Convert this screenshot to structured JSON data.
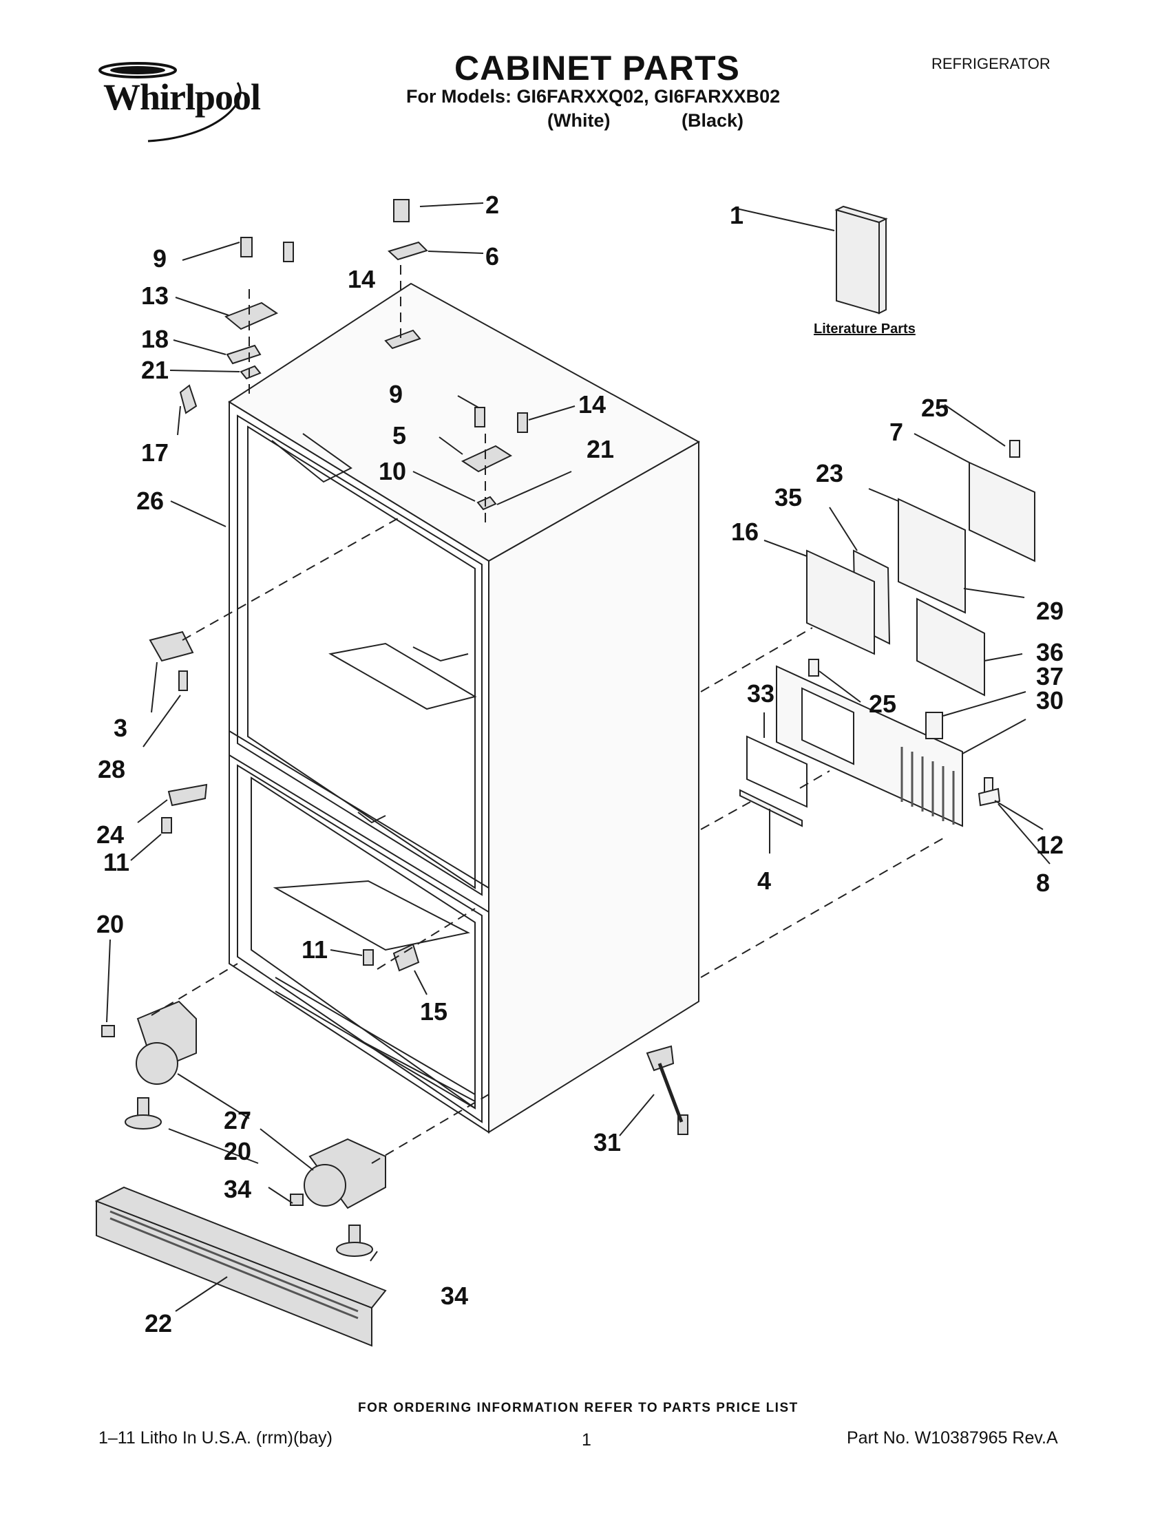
{
  "header": {
    "brand": "Whirlpool",
    "title": "CABINET PARTS",
    "models_line": "For Models: GI6FARXXQ02, GI6FARXXB02",
    "color_white": "(White)",
    "color_black": "(Black)",
    "category": "REFRIGERATOR"
  },
  "literature_label": "Literature Parts",
  "callouts": [
    "1",
    "2",
    "3",
    "4",
    "5",
    "6",
    "7",
    "8",
    "9",
    "9",
    "10",
    "11",
    "11",
    "12",
    "13",
    "14",
    "14",
    "15",
    "16",
    "17",
    "18",
    "20",
    "20",
    "21",
    "21",
    "22",
    "23",
    "24",
    "25",
    "25",
    "26",
    "27",
    "28",
    "29",
    "30",
    "31",
    "33",
    "34",
    "34",
    "35",
    "36",
    "37"
  ],
  "footer": {
    "ordering": "FOR ORDERING INFORMATION REFER TO PARTS PRICE LIST",
    "litho": "1–11 Litho In U.S.A. (rrm)(bay)",
    "page": "1",
    "part_no": "Part No. W10387965 Rev.A"
  }
}
